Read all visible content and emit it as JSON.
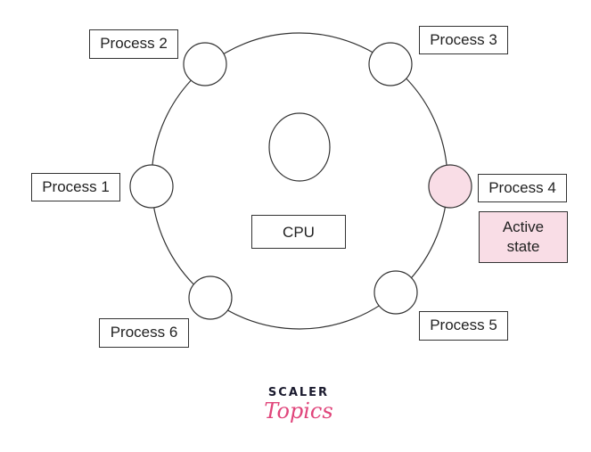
{
  "diagram": {
    "cpu_label": "CPU",
    "processes": [
      {
        "id": 1,
        "label": "Process 1"
      },
      {
        "id": 2,
        "label": "Process 2"
      },
      {
        "id": 3,
        "label": "Process 3"
      },
      {
        "id": 4,
        "label": "Process 4",
        "active": true
      },
      {
        "id": 5,
        "label": "Process 5"
      },
      {
        "id": 6,
        "label": "Process 6"
      }
    ],
    "active_state_label": "Active state",
    "colors": {
      "active_fill": "#f9dde6",
      "stroke": "#333333"
    }
  },
  "logo": {
    "top": "SCALER",
    "bottom": "Topics"
  }
}
